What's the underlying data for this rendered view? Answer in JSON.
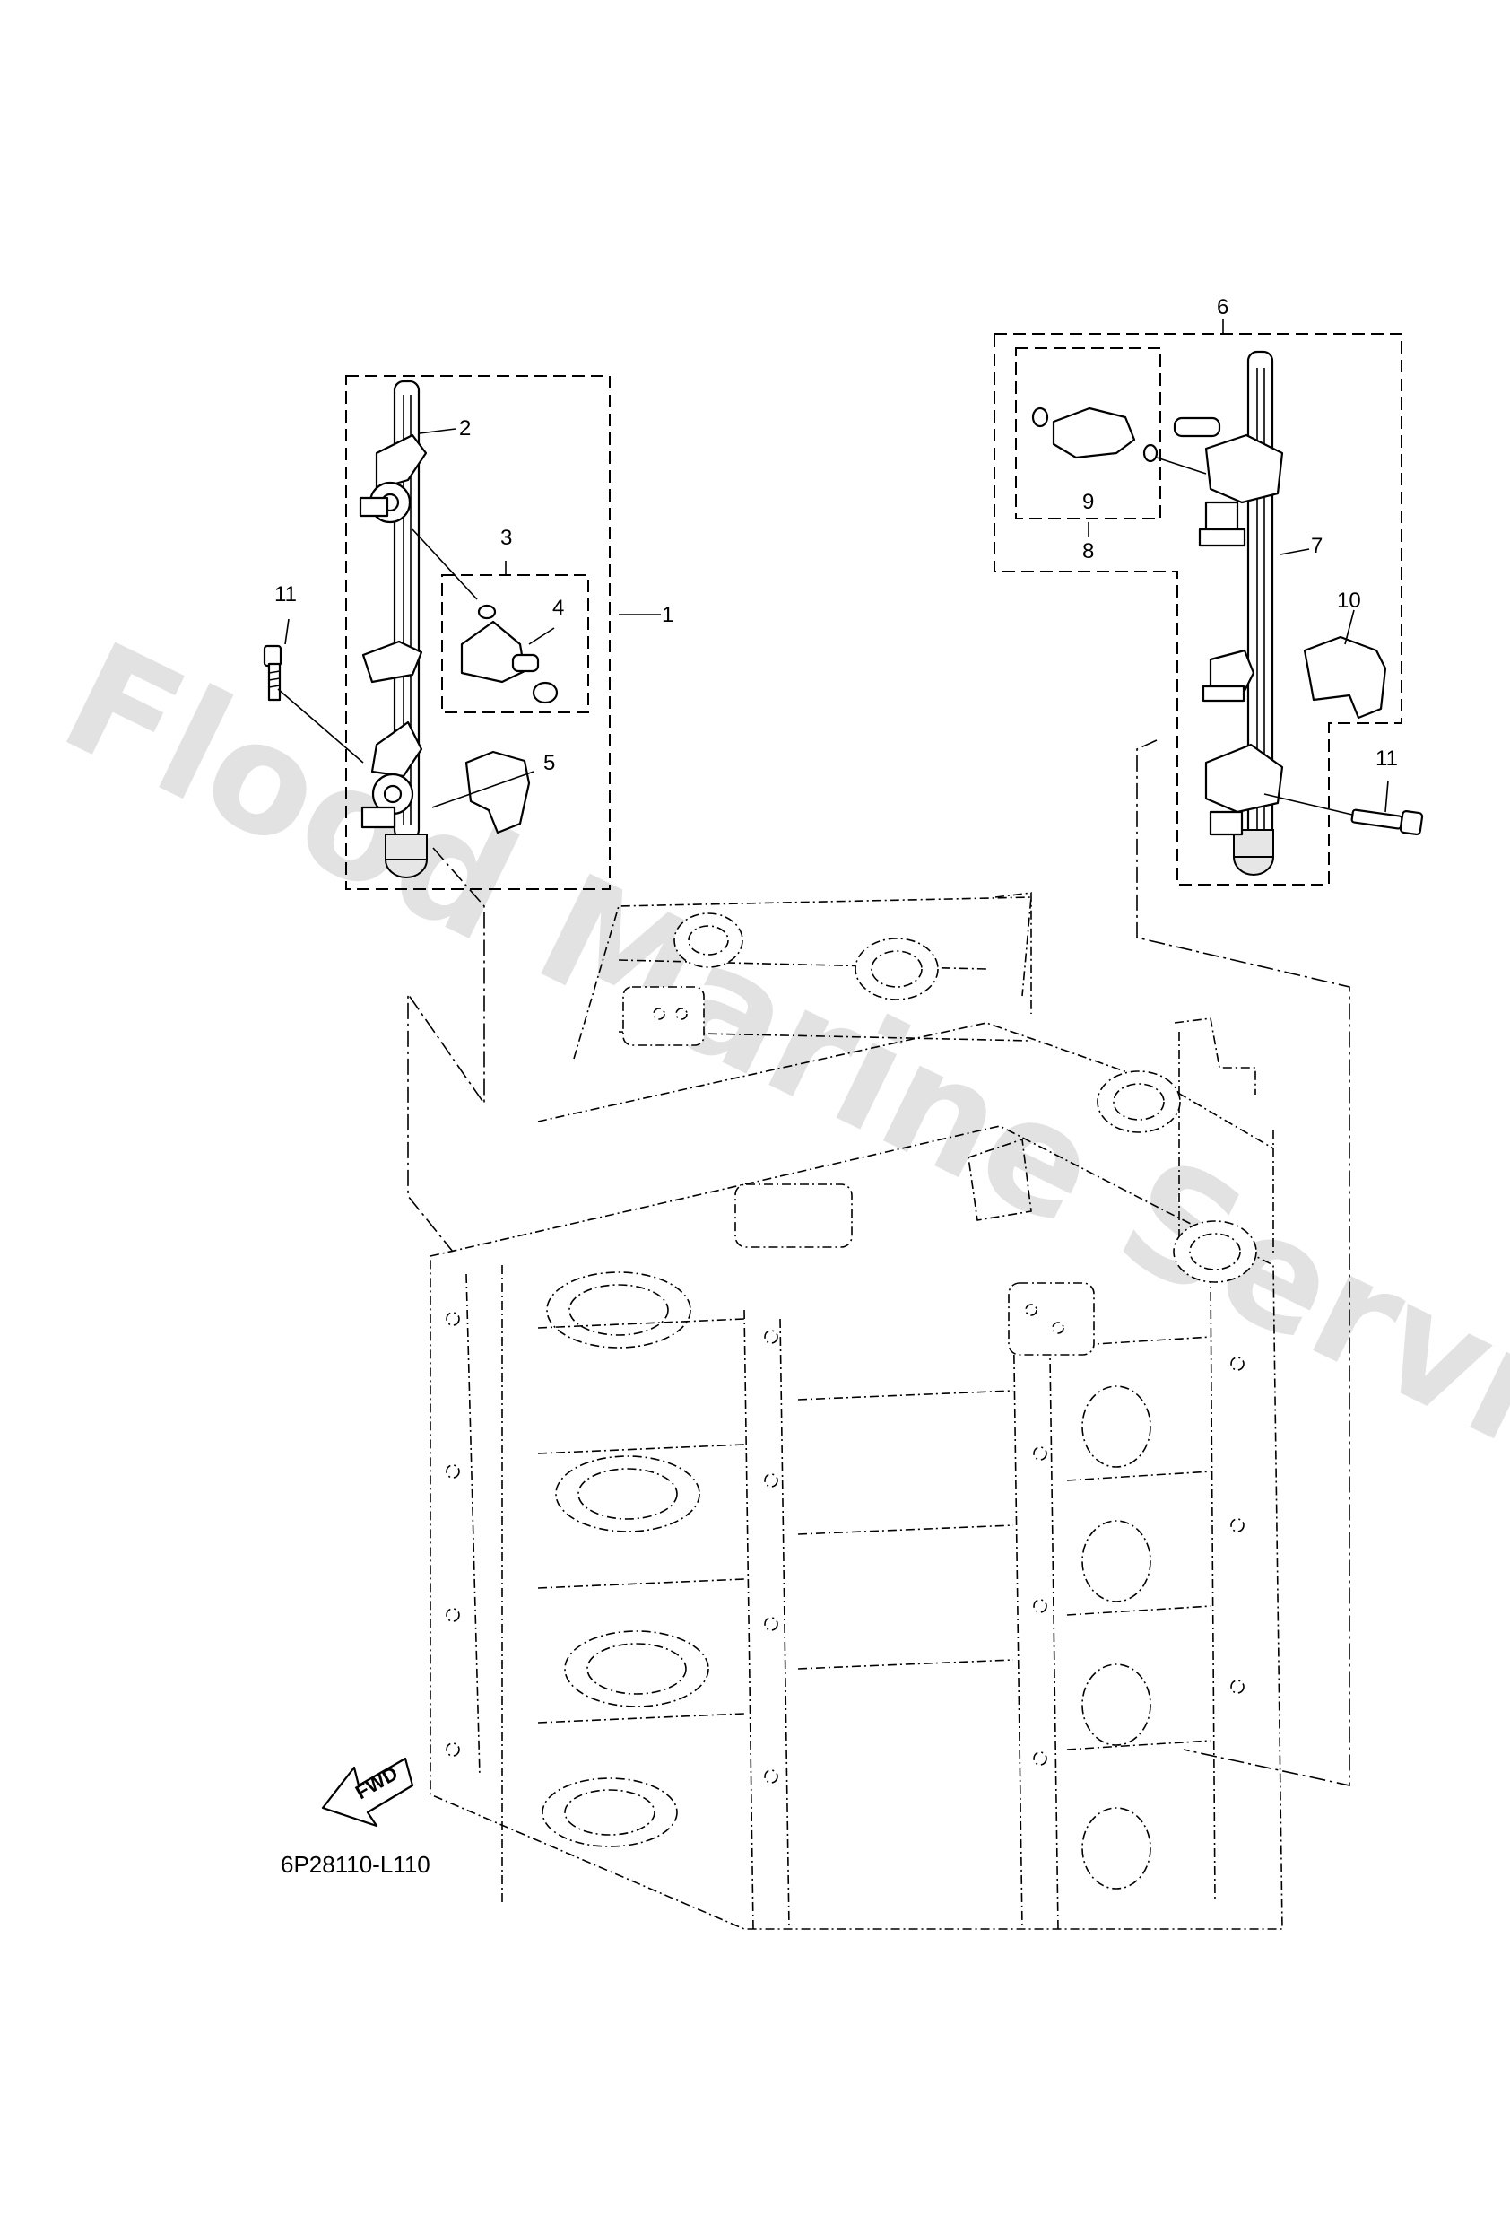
{
  "diagram": {
    "watermark": "Flood Marine Services",
    "drawing_code": "6P28110-L110",
    "fwd_label": "FWD",
    "callouts": {
      "c1": "1",
      "c2": "2",
      "c3": "3",
      "c4": "4",
      "c5": "5",
      "c6": "6",
      "c7": "7",
      "c8": "8",
      "c9": "9",
      "c10": "10",
      "c11_left": "11",
      "c11_right": "11"
    }
  }
}
